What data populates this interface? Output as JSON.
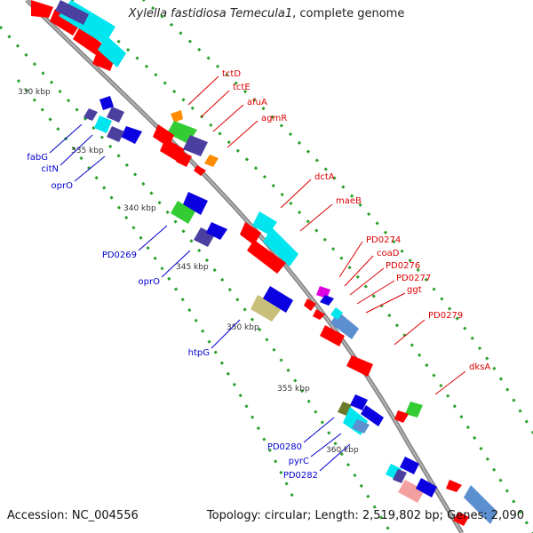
{
  "title": {
    "organism": "Xylella fastidiosa Temecula1",
    "suffix": ", complete genome"
  },
  "footer": {
    "accession": "Accession: NC_004556",
    "topology": "Topology: circular; Length: 2,519,802 bp; Genes: 2,090"
  },
  "colors": {
    "red": "#ff0000",
    "cyan": "#00e5ee",
    "navy": "#4b3fa0",
    "blue": "#0a00e0",
    "green": "#33cc33",
    "olive": "#c8c07a",
    "steel": "#5b8fd0",
    "magenta": "#e000e0",
    "pink": "#f4a0a0",
    "orange": "#ff8c00",
    "darkolive": "#6b7a2a",
    "forward_label": "#dd0000",
    "reverse_label": "#0000cc"
  },
  "ticks": [
    "330 kbp",
    "335 kbp",
    "340 kbp",
    "345 kbp",
    "350 kbp",
    "355 kbp",
    "360 kbp"
  ],
  "forward_labels": [
    "tctD",
    "tctE",
    "afuA",
    "agmR",
    "dctA",
    "maeB",
    "PD0274",
    "coaD",
    "PD0276",
    "PD0277",
    "ggt",
    "PD0279",
    "dksA"
  ],
  "reverse_labels": [
    "fabG",
    "citN",
    "oprO",
    "PD0269",
    "oprO",
    "htpG",
    "PD0280",
    "pyrC",
    "PD0282"
  ]
}
